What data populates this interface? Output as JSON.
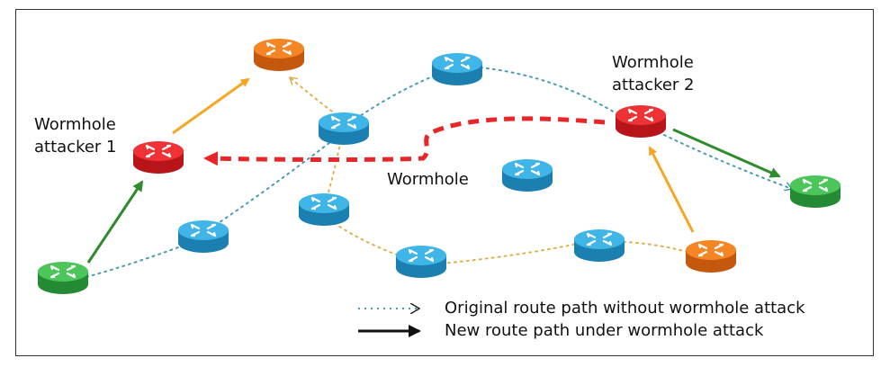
{
  "labels": {
    "attacker1_line1": "Wormhole",
    "attacker1_line2": "attacker 1",
    "attacker2_line1": "Wormhole",
    "attacker2_line2": "attacker 2",
    "wormhole": "Wormhole"
  },
  "legend": {
    "original": "Original route path without wormhole attack",
    "new": "New route path under wormhole attack"
  },
  "colors": {
    "blue_router": "#29a6dc",
    "red_router": "#e8262a",
    "orange_router": "#f07a1c",
    "green_router": "#3cb54a",
    "wormhole_link": "#e8262a",
    "orange_arrow": "#f5a623",
    "green_arrow": "#2e8b2e",
    "dotted_blue": "#4a9bb5",
    "dotted_orange": "#e0b050"
  }
}
